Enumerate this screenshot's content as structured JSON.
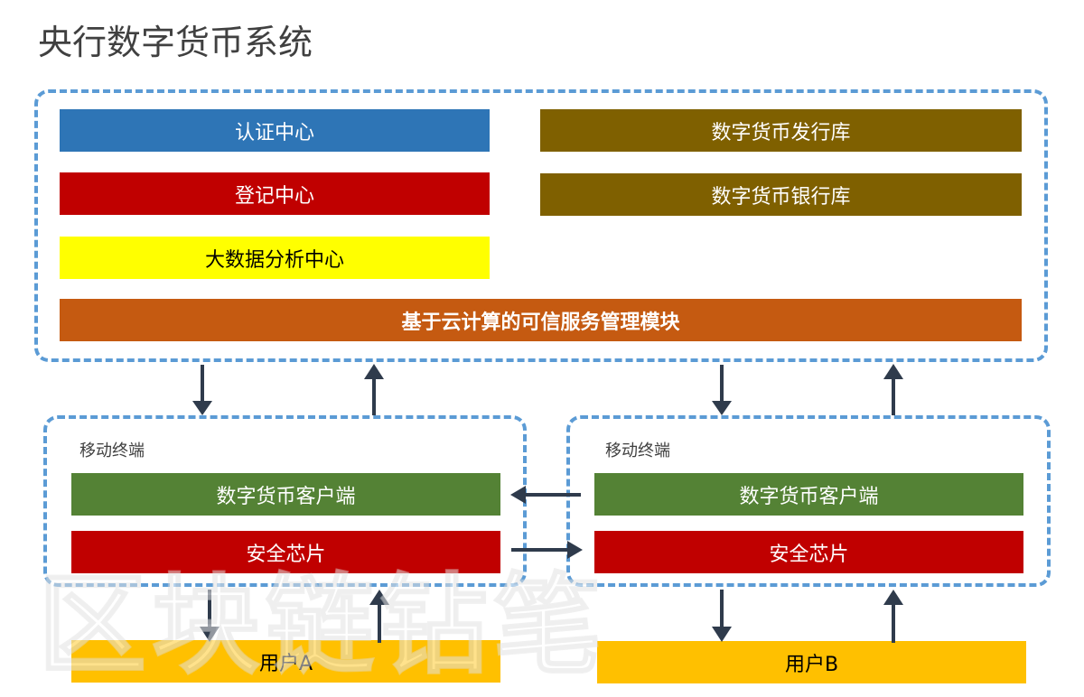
{
  "title": "央行数字货币系统",
  "central_bank": {
    "auth_center": "认证中心",
    "registration_center": "登记中心",
    "big_data_center": "大数据分析中心",
    "issuance_db": "数字货币发行库",
    "bank_db": "数字货币银行库",
    "cloud_module": "基于云计算的可信服务管理模块"
  },
  "terminal_a": {
    "label": "移动终端",
    "client": "数字货币客户端",
    "chip": "安全芯片",
    "user": "用户A"
  },
  "terminal_b": {
    "label": "移动终端",
    "client": "数字货币客户端",
    "chip": "安全芯片",
    "user": "用户B"
  },
  "watermark": "区块链钻笔",
  "colors": {
    "blue": "#2e75b6",
    "red": "#c00000",
    "yellow": "#ffff00",
    "olive": "#7f6000",
    "orange": "#c55a11",
    "green": "#548235",
    "gold": "#ffc000",
    "dash": "#5b9bd5",
    "arrow": "#2f3b4c"
  }
}
